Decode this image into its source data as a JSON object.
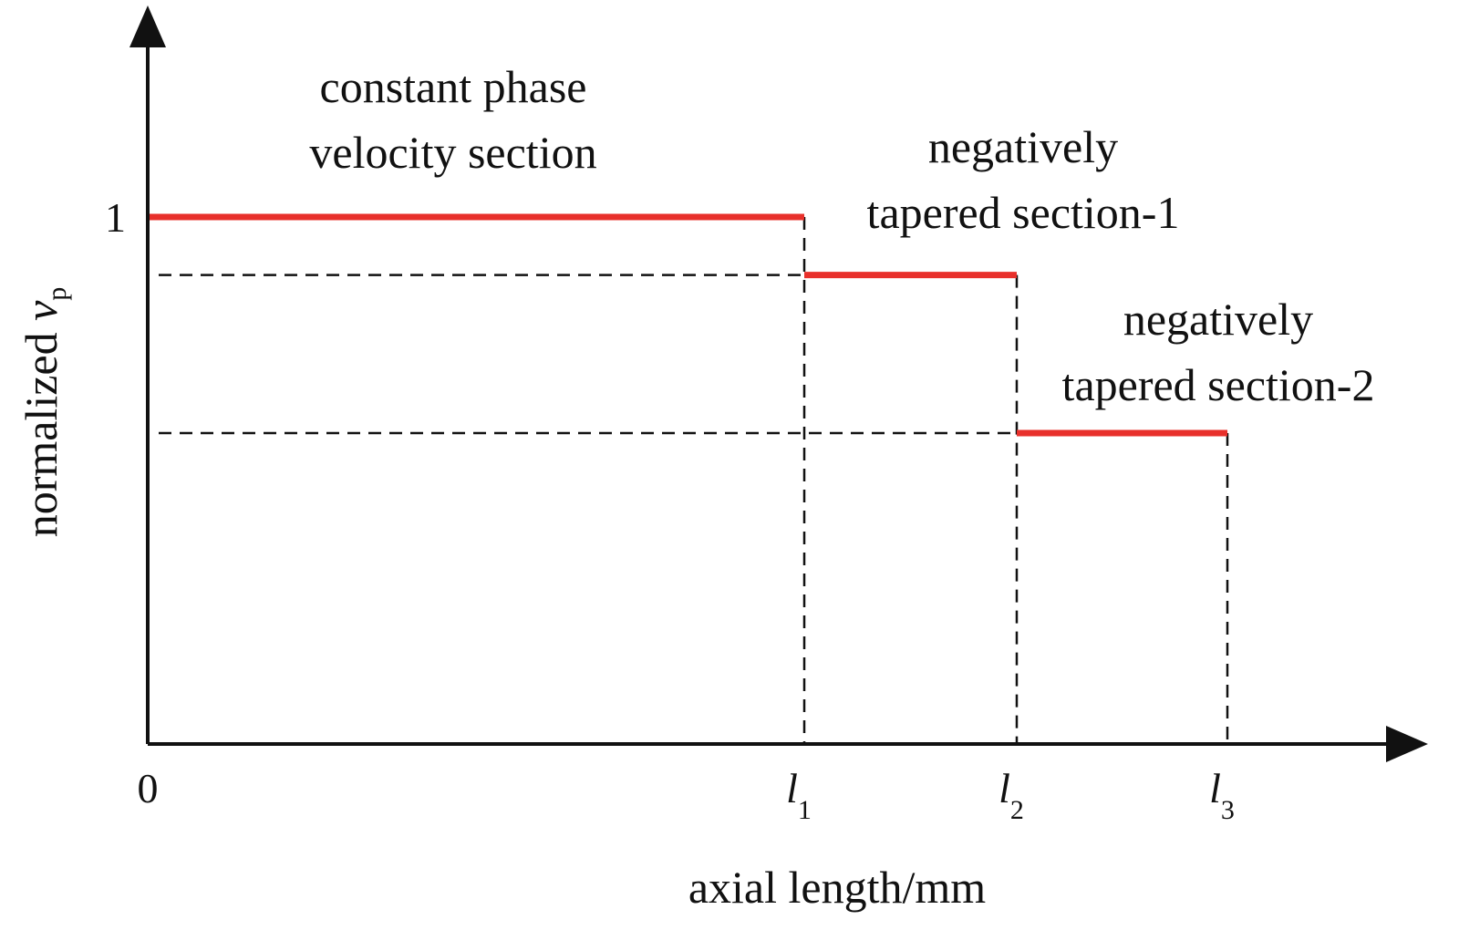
{
  "chart_data": {
    "type": "line",
    "step": true,
    "title": "",
    "xlabel": "axial length/mm",
    "ylabel": {
      "main": "normalized ",
      "var": "v",
      "sub": "p"
    },
    "x_ticks": [
      {
        "x": 0,
        "main": "0",
        "sub": ""
      },
      {
        "x": 1,
        "main": "l",
        "sub": "1"
      },
      {
        "x": 2,
        "main": "l",
        "sub": "2"
      },
      {
        "x": 3,
        "main": "l",
        "sub": "3"
      }
    ],
    "y_ticks": [
      {
        "y": 1,
        "label": "1"
      }
    ],
    "xlim": [
      0,
      4
    ],
    "ylim": [
      0,
      1.4
    ],
    "grid": false,
    "colors": {
      "series": "#e8302b",
      "guides": "#111111",
      "axes": "#111111"
    },
    "segments": [
      {
        "x_start": 0,
        "x_end": 1,
        "y": 1.0
      },
      {
        "x_start": 1,
        "x_end": 2,
        "y": 0.89
      },
      {
        "x_start": 2,
        "x_end": 3,
        "y": 0.59
      }
    ],
    "annotations": [
      {
        "lines": [
          "constant phase",
          "velocity section"
        ],
        "segment": 0
      },
      {
        "lines": [
          "negatively",
          "tapered section-1"
        ],
        "segment": 1
      },
      {
        "lines": [
          "negatively",
          "tapered section-2"
        ],
        "segment": 2
      }
    ]
  }
}
